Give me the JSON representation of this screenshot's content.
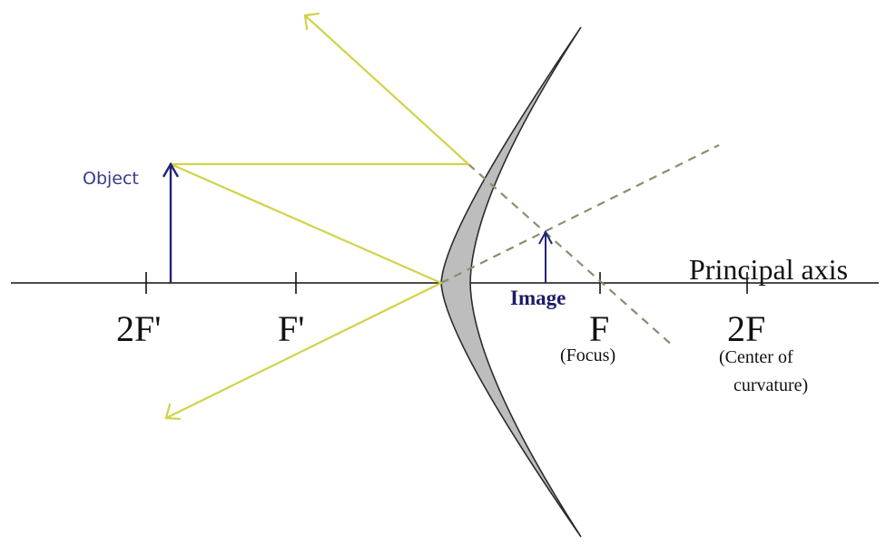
{
  "labels": {
    "principal_axis": "Principal axis",
    "two_f_prime": "2F'",
    "f_prime": "F'",
    "f": "F",
    "two_f": "2F",
    "focus_note": "(Focus)",
    "center_note_line1": "(Center of",
    "center_note_line2": "curvature)",
    "object": "Object",
    "image": "Image"
  },
  "colors": {
    "ray": "#d2d24a",
    "arrow": "#222277",
    "axis": "#111111",
    "dashed": "#8c8c70",
    "mirror_fill": "#bdbdbd",
    "mirror_stroke": "#2b2b2b",
    "object_label": "#3a3a8a",
    "image_label": "#1c1c66"
  },
  "icons": {
    "object": "upward-arrow-icon",
    "image": "upward-arrow-icon",
    "ray_heads": "open-arrowhead-icon"
  }
}
